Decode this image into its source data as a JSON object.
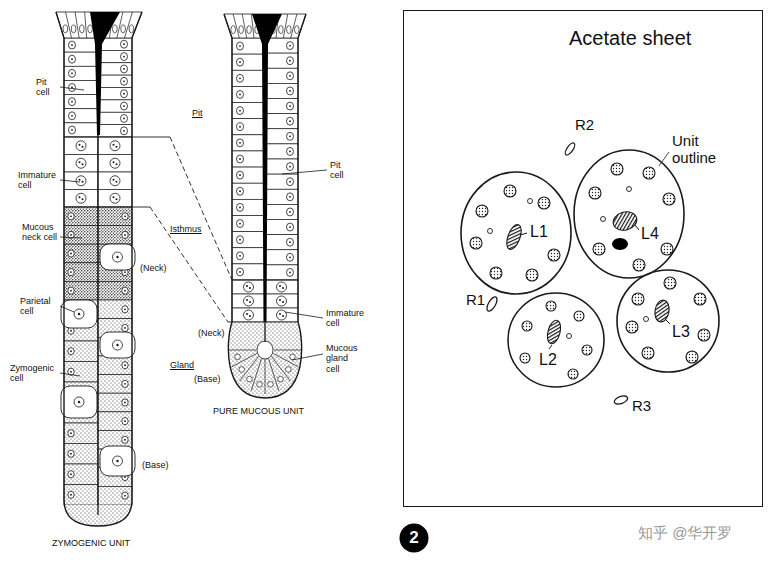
{
  "diagram": {
    "nodes": [
      {
        "text": [
          "Acetate sheet"
        ]
      },
      {
        "text": [
          "L1"
        ],
        "in": 0
      },
      {
        "text": [
          "L4"
        ],
        "in": 0
      },
      {
        "text": [
          "L2"
        ],
        "in": 0
      },
      {
        "text": [
          "L3"
        ],
        "in": 0
      },
      {
        "text": [
          "2"
        ]
      }
    ],
    "labels": [
      "Pit cell",
      "Pit",
      "Pit cell",
      "Immature cell",
      "Isthmus",
      "Mucous neck cell",
      "(Neck)",
      "Parietal cell",
      "Immature cell",
      "(Neck)",
      "Gland",
      "(Base)",
      "Mucous gland cell",
      "Zymogenic cell",
      "PURE MUCOUS UNIT",
      "(Base)",
      "ZYMOGENIC UNIT",
      "R2",
      "Unit outline",
      "R1",
      "R3",
      "知乎 @华开罗"
    ]
  }
}
